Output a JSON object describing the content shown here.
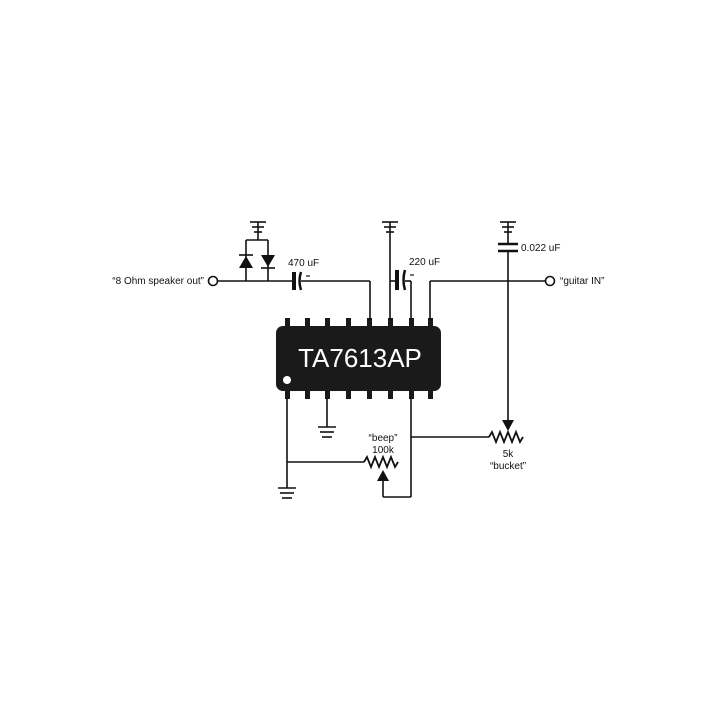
{
  "chip": {
    "label": "TA7613AP"
  },
  "terminals": {
    "speaker_out": "“8 Ohm speaker out”",
    "guitar_in": "“guitar IN”"
  },
  "capacitors": {
    "c_out": "470 uF",
    "c_mid": "220 uF",
    "c_in": "0.022 uF"
  },
  "pots": {
    "beep_name": "“beep”",
    "beep_value": "100k",
    "bucket_value": "5k",
    "bucket_name": "“bucket”"
  },
  "colors": {
    "chip": "#1a1a1a",
    "ink": "#111111",
    "chip_text": "#ffffff"
  }
}
